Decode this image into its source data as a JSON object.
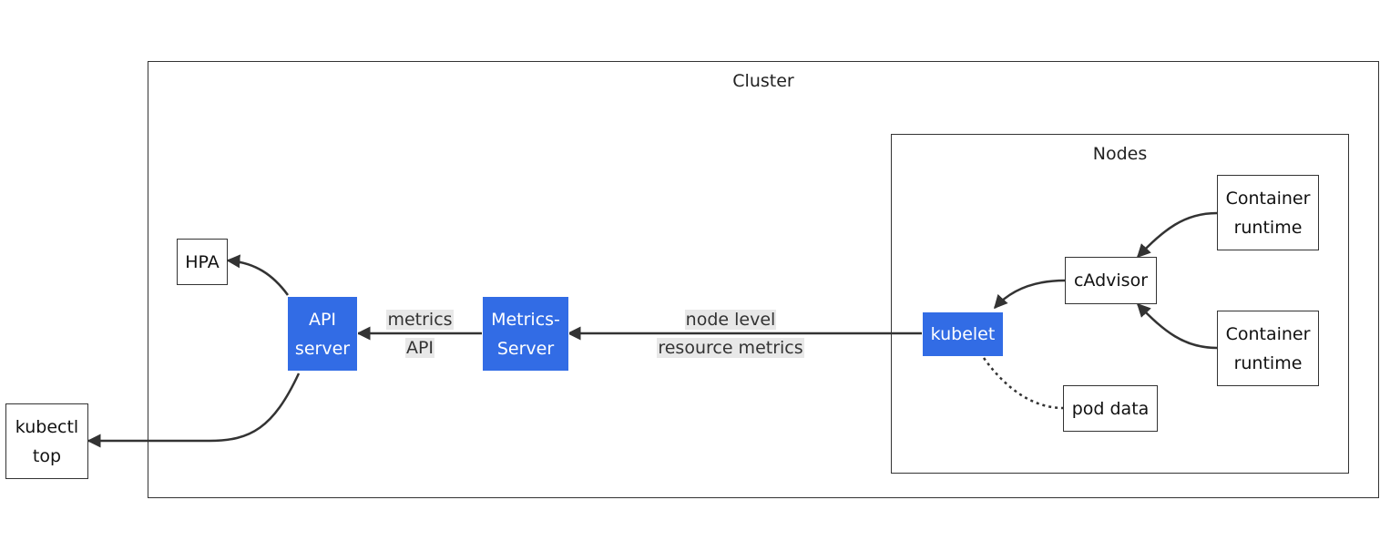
{
  "clusters": {
    "cluster": {
      "title": "Cluster"
    },
    "nodes": {
      "title": "Nodes"
    }
  },
  "nodes": {
    "hpa": "HPA",
    "api_server": "API\nserver",
    "metrics_server": "Metrics-\nServer",
    "kubelet": "kubelet",
    "cadvisor": "cAdvisor",
    "container_runtime_1": "Container\nruntime",
    "container_runtime_2": "Container\nruntime",
    "pod_data": "pod data",
    "kubectl_top": "kubectl\ntop"
  },
  "edges": {
    "metrics_api": [
      "metrics",
      "API"
    ],
    "node_level": [
      "node level",
      "resource metrics"
    ]
  },
  "colors": {
    "blue_node": "#326ce5",
    "edge_stroke": "#333333",
    "edge_label_bg": "#e8e8e8"
  }
}
